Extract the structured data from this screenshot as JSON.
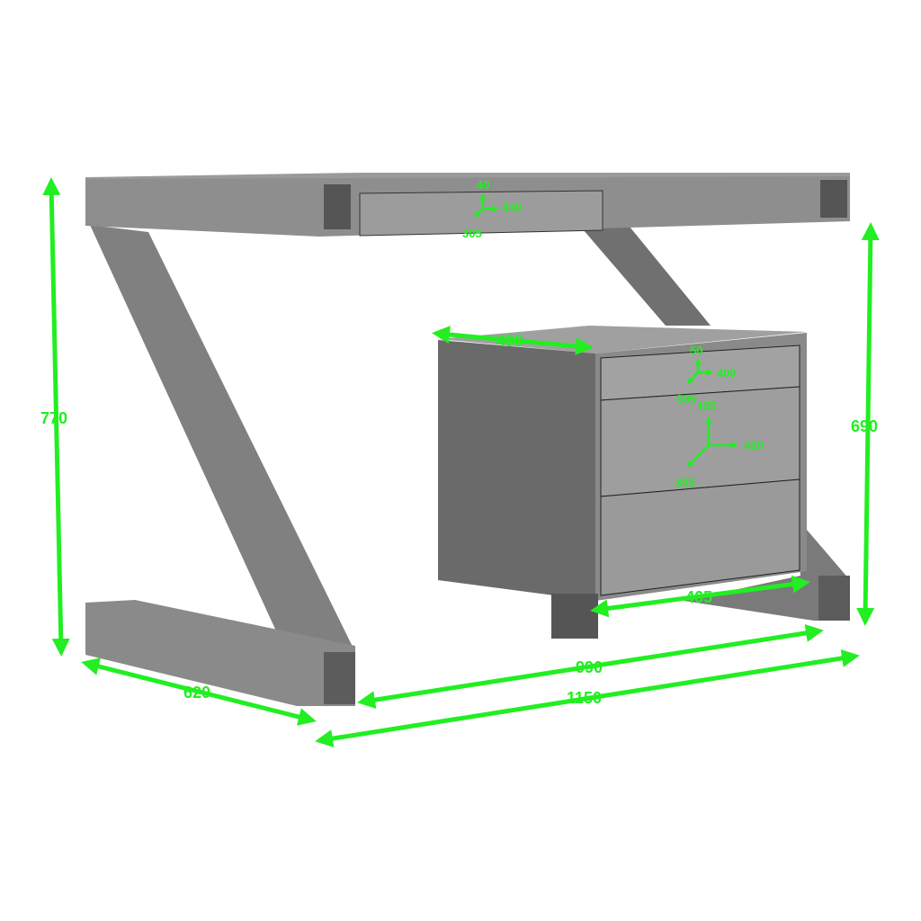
{
  "colors": {
    "dimension": "#22ee22",
    "wood_light": "#8c8c8c",
    "wood_mid": "#6e6e6e",
    "wood_dark": "#4f4f4f"
  },
  "dimensions": {
    "height_total": "770",
    "height_cabinet_side": "690",
    "depth": "620",
    "inner_width": "990",
    "total_width": "1150",
    "cabinet_depth": "400",
    "cabinet_width": "465"
  },
  "desk_drawer": {
    "height": "40",
    "width": "430",
    "depth": "305"
  },
  "cabinet_top_drawer": {
    "height": "50",
    "width": "400",
    "depth": "305"
  },
  "cabinet_mid_drawer": {
    "height": "155",
    "width": "400",
    "depth": "305"
  }
}
